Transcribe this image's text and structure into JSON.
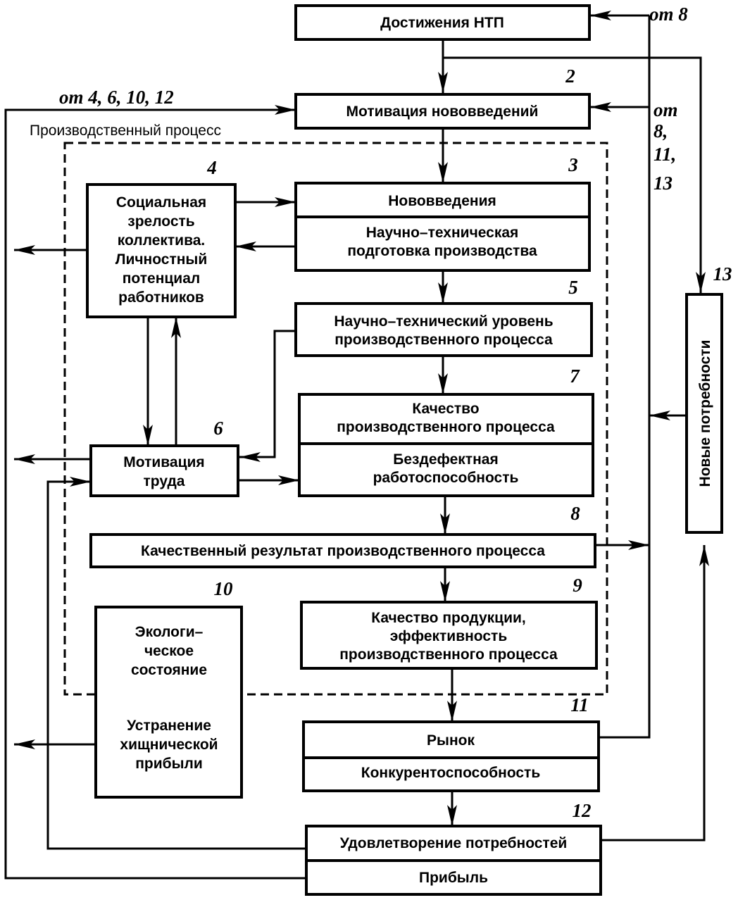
{
  "boxes": {
    "b1": "Достижения НТП",
    "b2": "Мотивация нововведений",
    "b3a": "Нововведения",
    "b3b": [
      "Научно–техническая",
      "подготовка производства"
    ],
    "b4": [
      "Социальная",
      "зрелость",
      "коллектива.",
      "Личностный",
      "потенциал",
      "работников"
    ],
    "b5": [
      "Научно–технический уровень",
      "производственного процесса"
    ],
    "b6": [
      "Мотивация",
      "труда"
    ],
    "b7a": [
      "Качество",
      "производственного процесса"
    ],
    "b7b": [
      "Бездефектная",
      "работоспособность"
    ],
    "b8": "Качественный результат производственного процесса",
    "b9": [
      "Качество продукции,",
      "эффективность",
      "производственного процесса"
    ],
    "b10a": [
      "Экологи–",
      "ческое",
      "состояние"
    ],
    "b10b": [
      "Устранение",
      "хищнической",
      "прибыли"
    ],
    "b11a": "Рынок",
    "b11b": "Конкурентоспособность",
    "b12a": "Удовлетворение потребностей",
    "b12b": "Прибыль",
    "b13": "Новые потребности"
  },
  "numbers": {
    "n2": "2",
    "n3": "3",
    "n4": "4",
    "n5": "5",
    "n6": "6",
    "n7": "7",
    "n8": "8",
    "n9": "9",
    "n10": "10",
    "n11": "11",
    "n12": "12",
    "n13": "13"
  },
  "refs": {
    "from8": "от 8",
    "from4_6_10_12": "от 4, 6, 10, 12",
    "from8_11_13": [
      "от",
      "8,",
      "11,",
      "13"
    ]
  },
  "region_label": "Производственный процесс"
}
